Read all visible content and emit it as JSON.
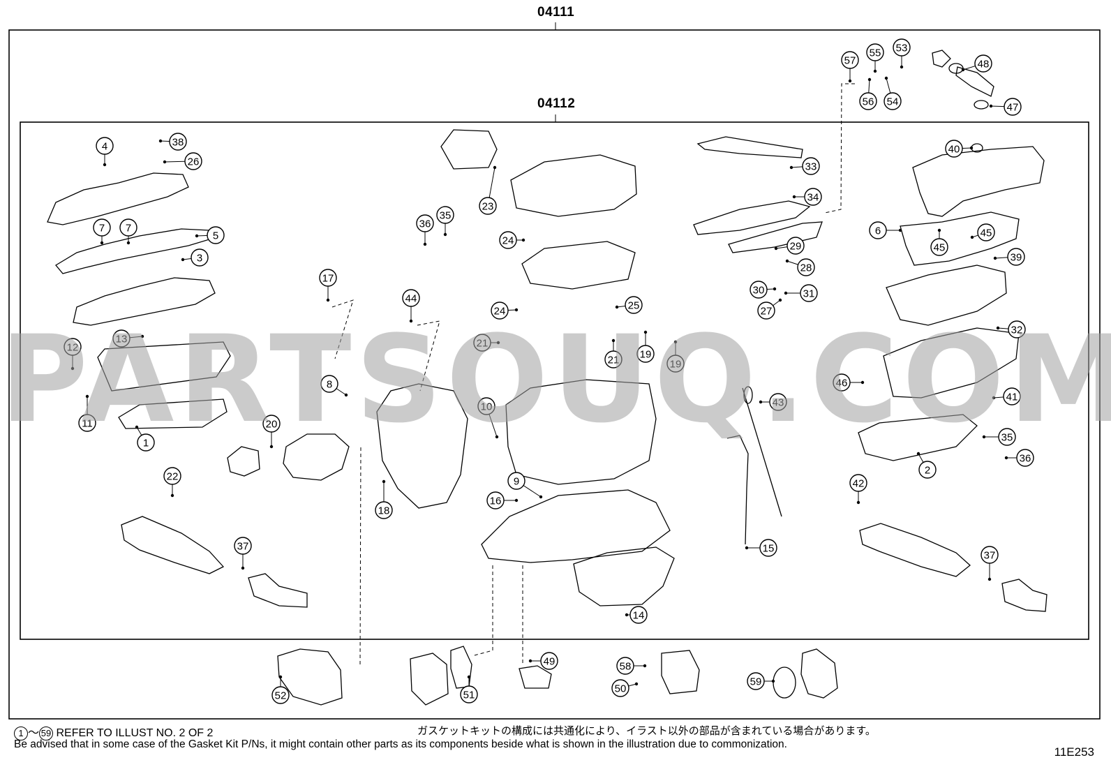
{
  "kit_outer": {
    "part_number": "04111"
  },
  "kit_inner": {
    "part_number": "04112"
  },
  "watermark": "PARTSOUQ.COM",
  "footer": {
    "ref_range_start": "1",
    "ref_range_sep": "～",
    "ref_range_end": "59",
    "ref_note": "REFER TO ILLUST NO. 2 OF 2",
    "jp_note": "ガスケットキットの構成には共通化により、イラスト以外の部品が含まれている場合があります。",
    "en_note": "Be advised that in some case of the Gasket Kit P/Ns,  it might contain other parts as its components beside what is shown in the illustration due to commonization.",
    "diagram_code": "11E253"
  },
  "callouts": [
    "1",
    "2",
    "3",
    "4",
    "5",
    "6",
    "7",
    "7",
    "8",
    "9",
    "10",
    "11",
    "12",
    "13",
    "14",
    "15",
    "16",
    "17",
    "18",
    "19",
    "19",
    "20",
    "21",
    "21",
    "22",
    "23",
    "24",
    "24",
    "25",
    "26",
    "27",
    "28",
    "29",
    "30",
    "31",
    "32",
    "33",
    "34",
    "35",
    "35",
    "36",
    "36",
    "37",
    "37",
    "38",
    "39",
    "40",
    "41",
    "42",
    "43",
    "44",
    "45",
    "45",
    "46",
    "47",
    "48",
    "49",
    "50",
    "51",
    "52",
    "53",
    "54",
    "55",
    "56",
    "57",
    "58",
    "59"
  ]
}
